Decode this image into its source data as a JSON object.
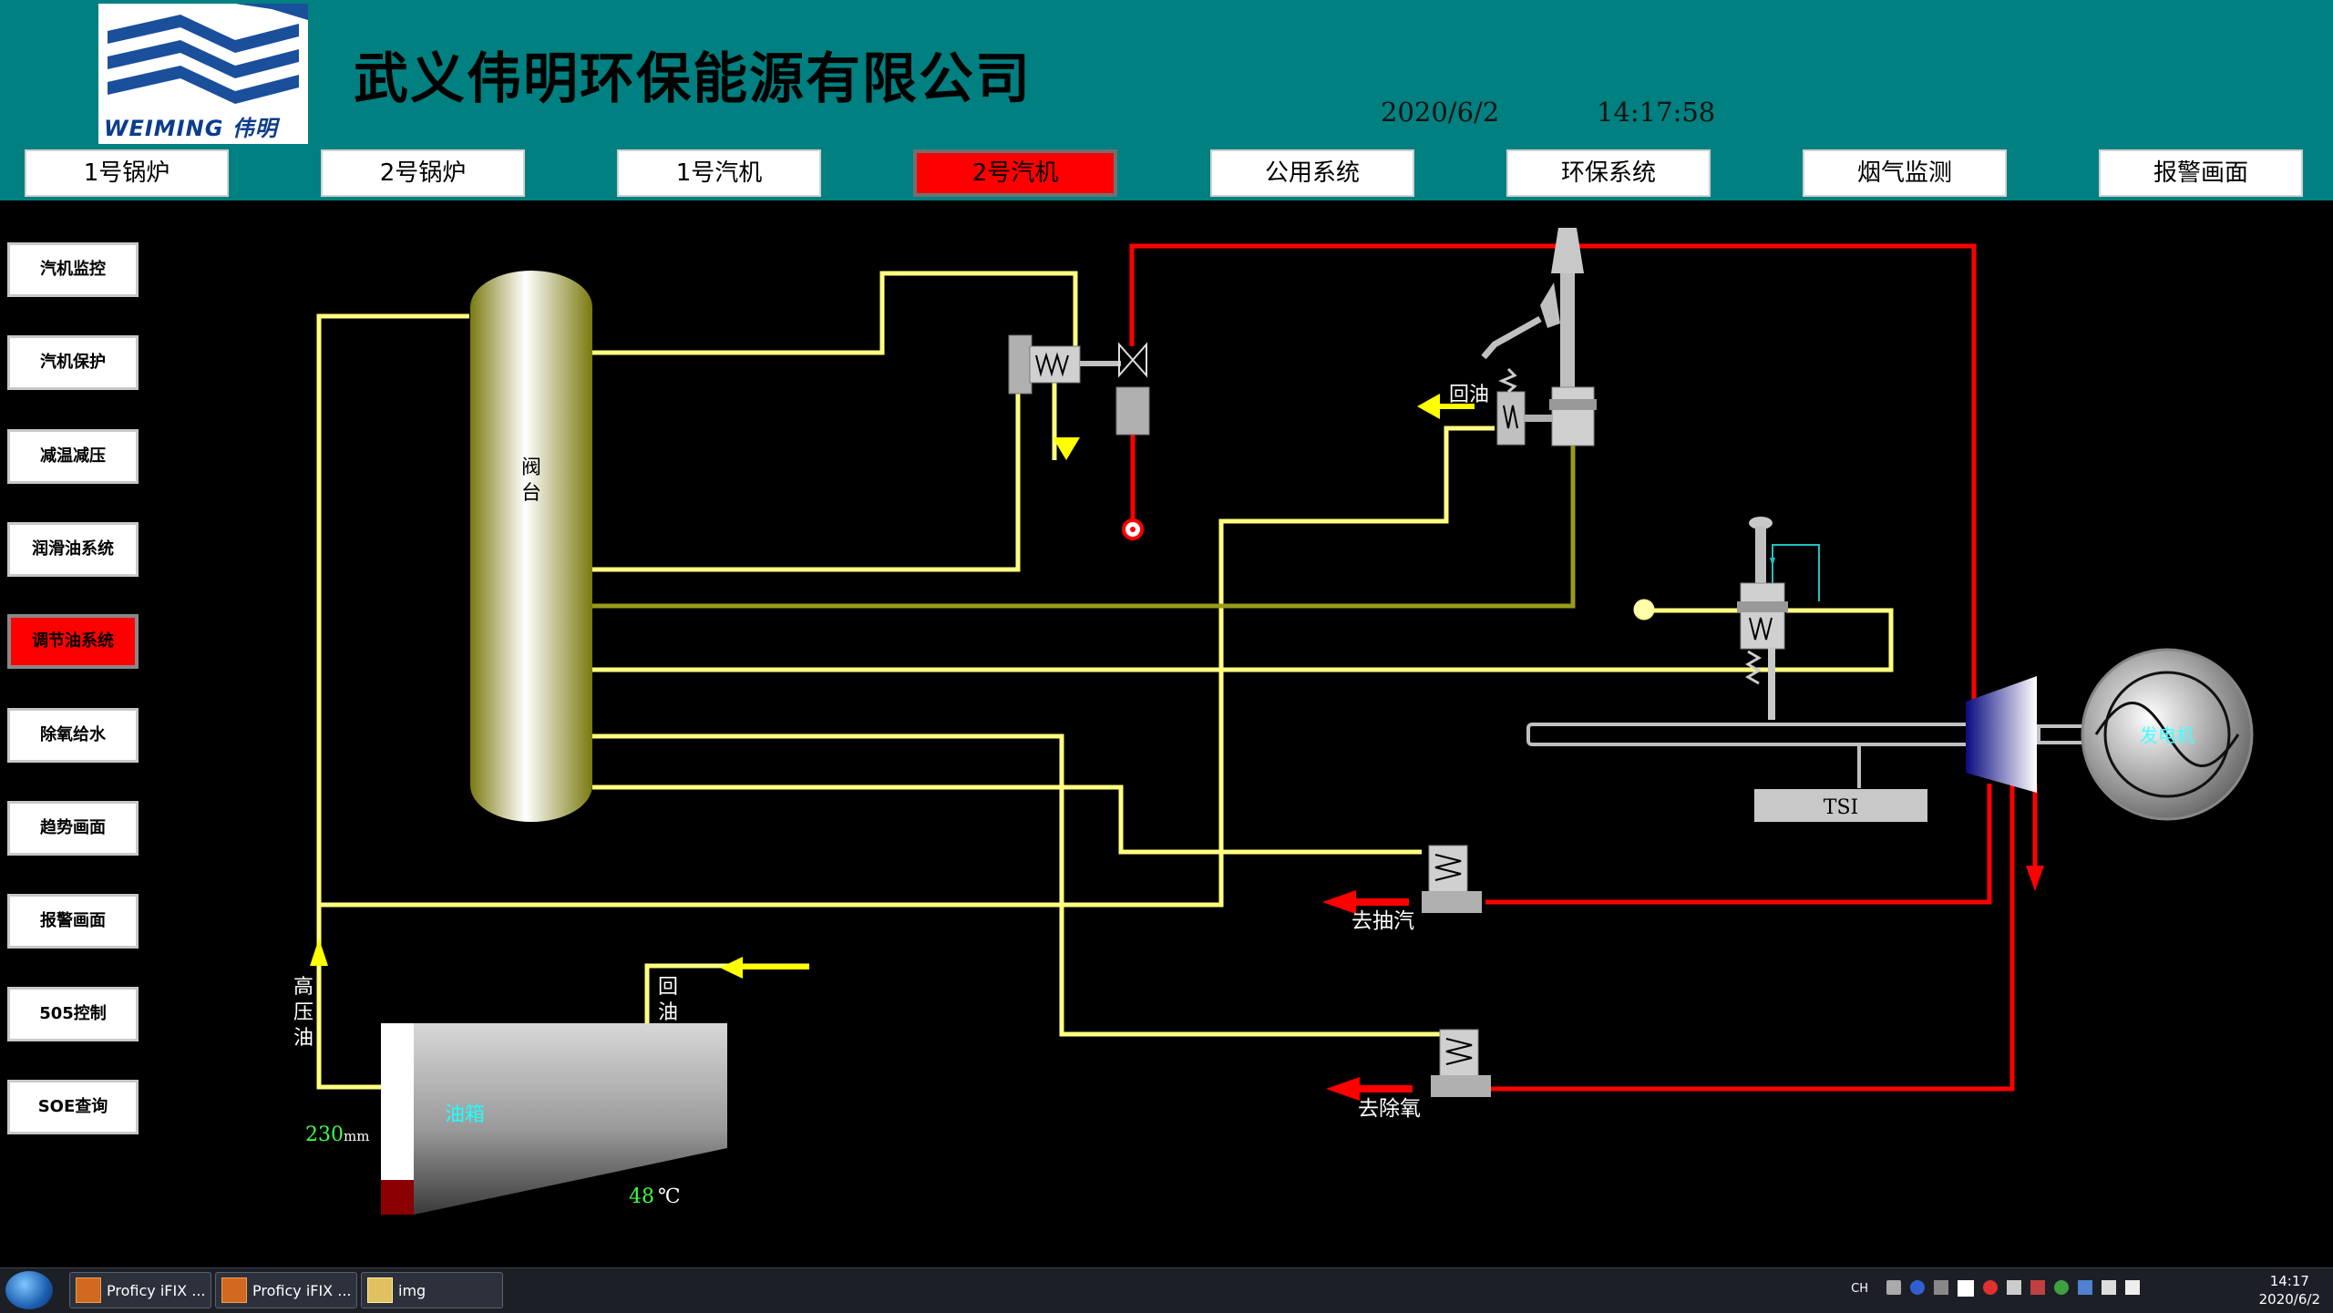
{
  "header": {
    "company": "武义伟明环保能源有限公司",
    "logo_text": "WEIMING 伟明",
    "date": "2020/6/2",
    "time": "14:17:58"
  },
  "nav": [
    "1号锅炉",
    "2号锅炉",
    "1号汽机",
    "2号汽机",
    "公用系统",
    "环保系统",
    "烟气监测",
    "报警画面"
  ],
  "nav_active": "2号汽机",
  "sidebar": [
    "汽机监控",
    "汽机保护",
    "减温减压",
    "润滑油系统",
    "调节油系统",
    "除氧给水",
    "趋势画面",
    "报警画面",
    "505控制",
    "SOE查询"
  ],
  "sidebar_active": "调节油系统",
  "diagram": {
    "valve_block": "阀台",
    "return_oil_top": "回油",
    "tsi": "TSI",
    "generator": "发电机",
    "to_extraction": "去抽汽",
    "to_deaerator": "去除氧",
    "high_pressure_oil": "高压油",
    "return_oil_tank": "回油",
    "oil_tank": "油箱",
    "tank_level": "230",
    "tank_level_unit": "mm",
    "tank_temp": "48",
    "tank_temp_unit": "℃",
    "tank_level_fraction": 0.18
  },
  "colors": {
    "header_bg": "#008080",
    "oil_line": "#ffff66",
    "steam_line": "#ff0000",
    "active_button": "#ff0000"
  },
  "taskbar": {
    "items": [
      "Proficy iFIX ...",
      "Proficy iFIX ...",
      "img"
    ],
    "lang": "CH",
    "clock_time": "14:17",
    "clock_date": "2020/6/2"
  }
}
